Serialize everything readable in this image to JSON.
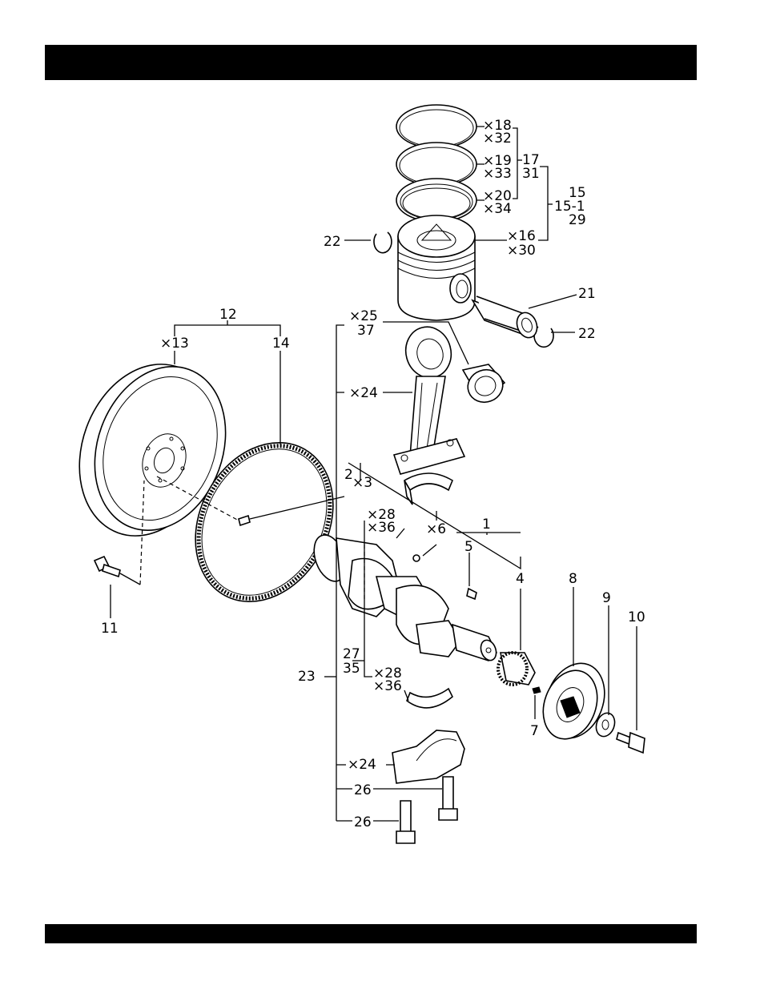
{
  "header_bar": "",
  "footer_bar": "",
  "callouts": {
    "c18": "×18",
    "c32": "×32",
    "c19": "×19",
    "c33": "×33",
    "c20": "×20",
    "c34": "×34",
    "c17": "17",
    "c31": "31",
    "c15": "15",
    "c15_1": "15-1",
    "c29": "29",
    "c16": "×16",
    "c30": "×30",
    "c22a": "22",
    "c22b": "22",
    "c21": "21",
    "c12": "12",
    "c13": "×13",
    "c14": "14",
    "c25": "×25",
    "c37": "37",
    "c24a": "×24",
    "c2": "2",
    "c3": "×3",
    "c28a": "×28",
    "c36a": "×36",
    "c6": "×6",
    "c1": "1",
    "c5": "5",
    "c4": "4",
    "c8": "8",
    "c9": "9",
    "c10": "10",
    "c11": "11",
    "c27": "27",
    "c35": "35",
    "c28b": "×28",
    "c36b": "×36",
    "c23": "23",
    "c7": "7",
    "c24b": "×24",
    "c26a": "26",
    "c26b": "26"
  }
}
